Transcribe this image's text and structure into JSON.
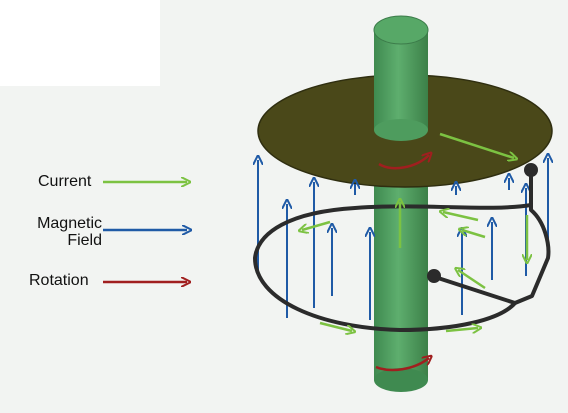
{
  "legend": {
    "current": "Current",
    "magnetic_field": "Magnetic\nField",
    "rotation": "Rotation"
  },
  "colors": {
    "current": "#7cc242",
    "magnetic_field": "#1f5aa6",
    "rotation": "#a01f1f",
    "disc": "#4a4819",
    "shaft": "#4a9b5c",
    "wire": "#2b2b2b"
  },
  "icons": [
    "current-arrow-icon",
    "magnetic-field-arrow-icon",
    "rotation-arrow-icon"
  ]
}
